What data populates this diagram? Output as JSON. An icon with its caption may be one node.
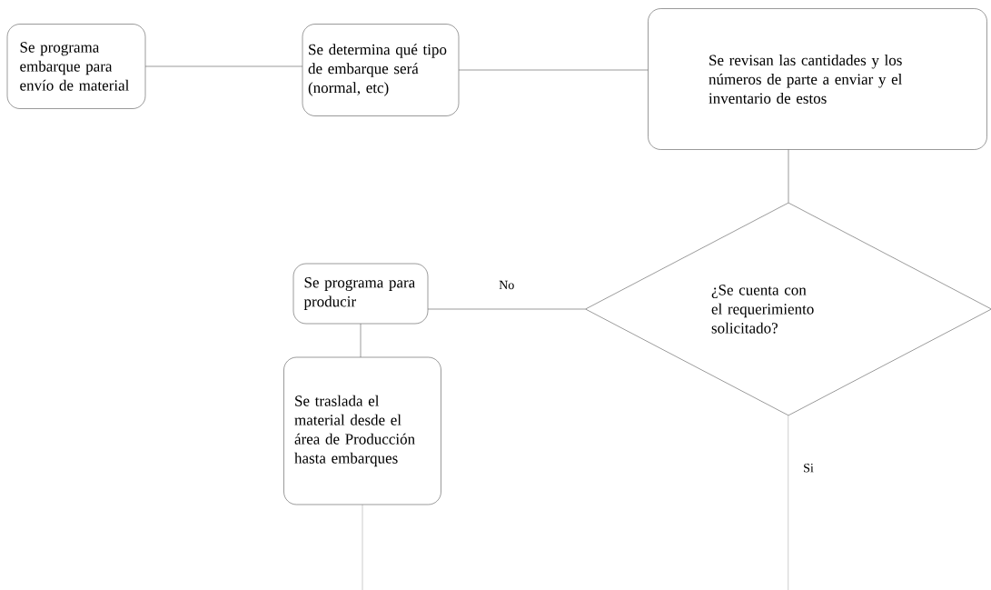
{
  "diagram": {
    "nodes": [
      {
        "text": [
          "Se programa embarque para envío de material"
        ]
      },
      {
        "text": [
          "Se determina qué tipo de embarque será (normal, etc)"
        ]
      },
      {
        "text": [
          "Se revisan las cantidades y los números de parte a enviar y el inventario de estos"
        ]
      },
      {
        "text": [
          "Se programa para producir"
        ]
      },
      {
        "text": [
          "¿Se cuenta con el requerimiento solicitado?"
        ]
      },
      {
        "text": [
          "Se traslada el material desde el área de Producción hasta embarques"
        ]
      }
    ],
    "edges": [
      {
        "from": 0,
        "to": 1,
        "arrow": "none"
      },
      {
        "from": 1,
        "to": 2,
        "arrow": "none"
      },
      {
        "from": 2,
        "to": 4,
        "arrow": "none"
      },
      {
        "from": 4,
        "to": 3,
        "arrow": "none",
        "label": "No"
      },
      {
        "from": 3,
        "to": 5,
        "arrow": "none"
      },
      {
        "from": 5,
        "to": null,
        "arrow": "none"
      },
      {
        "from": 4,
        "to": null,
        "arrow": "none",
        "label": "Si"
      }
    ]
  }
}
